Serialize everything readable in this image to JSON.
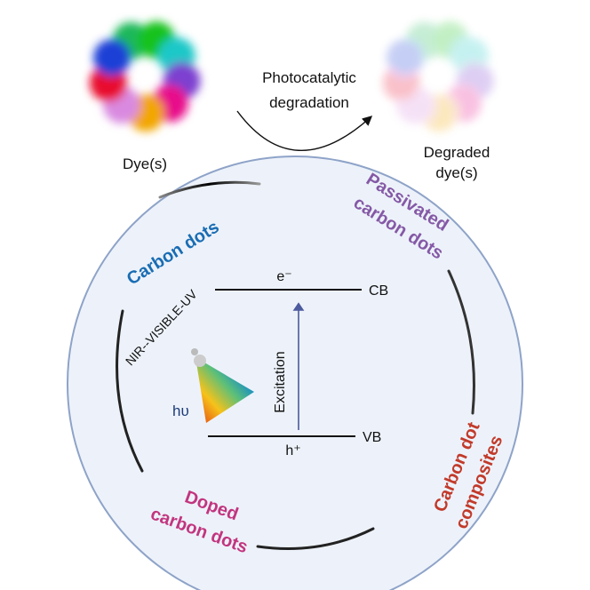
{
  "top": {
    "dye_label": "Dye(s)",
    "process_line1": "Photocatalytic",
    "process_line2": "degradation",
    "degraded_line1": "Degraded",
    "degraded_line2": "dye(s)"
  },
  "dye_colors": [
    "#1fb85a",
    "#12c21a",
    "#1cc8c8",
    "#7d3fd0",
    "#e8108a",
    "#f2a600",
    "#d98ae0",
    "#e8102e",
    "#1c3fd6"
  ],
  "circle": {
    "labels": {
      "carbon_dots": "Carbon dots",
      "passivated_1": "Passivated",
      "passivated_2": "carbon dots",
      "composites_1": "Carbon dot",
      "composites_2": "composites",
      "doped_1": "Doped",
      "doped_2": "carbon dots"
    },
    "colors": {
      "carbon_dots": "#1a6db3",
      "passivated": "#8559a6",
      "composites": "#c23a2a",
      "doped": "#c2357f",
      "fill": "#edf2fa",
      "border": "#8ea3c8",
      "arrow": "#4c5a9e"
    }
  },
  "band": {
    "cb": "CB",
    "vb": "VB",
    "electron": "e⁻",
    "hole": "h⁺",
    "excitation": "Excitation",
    "spectrum": "NIR--VISIBLE-UV",
    "photon": "hυ"
  }
}
